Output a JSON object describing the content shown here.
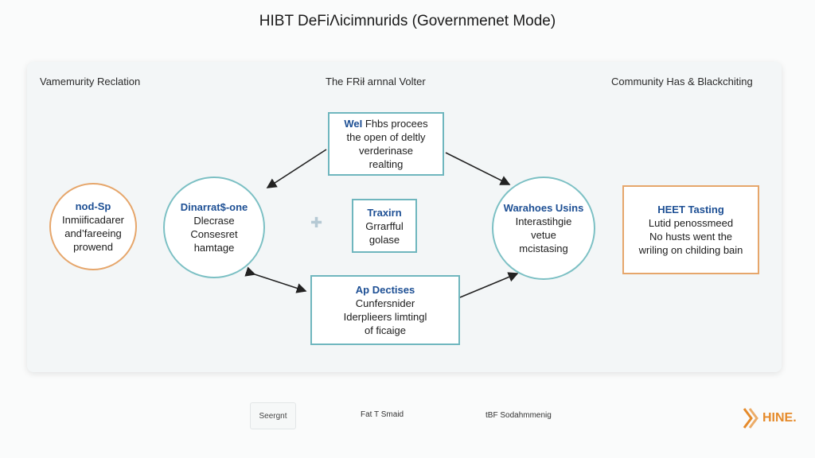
{
  "title": "HIBT DeFiΛicimnurids (Governmenet Mode)",
  "columns": {
    "left": "Vamemurity Reclation",
    "center": "The FRił arnnal Volter",
    "right": "Community Has & Blackchiting"
  },
  "nodes": {
    "top": {
      "h": "WeI",
      "lines": [
        "Fhbs procees",
        "the open of deltly",
        "verderinase",
        "realting"
      ]
    },
    "left_orange": {
      "h": "nod-Sp",
      "lines": [
        "Inmiificadarer",
        "and’fareeing",
        "prowend"
      ]
    },
    "left_teal": {
      "h": "Dinarrat$-one",
      "lines": [
        "Dlecrase",
        "Consesret",
        "hamtage"
      ]
    },
    "center": {
      "h": "Traxirn",
      "lines": [
        "Grrarfful",
        "golase"
      ]
    },
    "right_teal": {
      "h": "Warahoes Usins",
      "lines": [
        "Interastihgie",
        "vetue",
        "mcistasing"
      ]
    },
    "right_orange": {
      "h": "HEET Tasting",
      "lines": [
        "Lutid penossmeed",
        "No husts went the",
        "wriling on childing bain"
      ]
    },
    "bottom": {
      "h": "Ap Dectises",
      "lines": [
        "Cunfersnider",
        "Iderplieers limtingl",
        "of ficaige"
      ]
    }
  },
  "footer": {
    "box_label": "Seergnt",
    "item2": "Fat T Smaid",
    "item3": "tBF Sodahmmenig",
    "logo_text": "HINE."
  },
  "colors": {
    "teal": "#6fb6be",
    "orange": "#e6a66b",
    "heading_blue": "#1d4f94",
    "logo": "#e58a2a"
  },
  "icons": [
    "arrow-icon",
    "plus-icon",
    "logo-icon"
  ]
}
